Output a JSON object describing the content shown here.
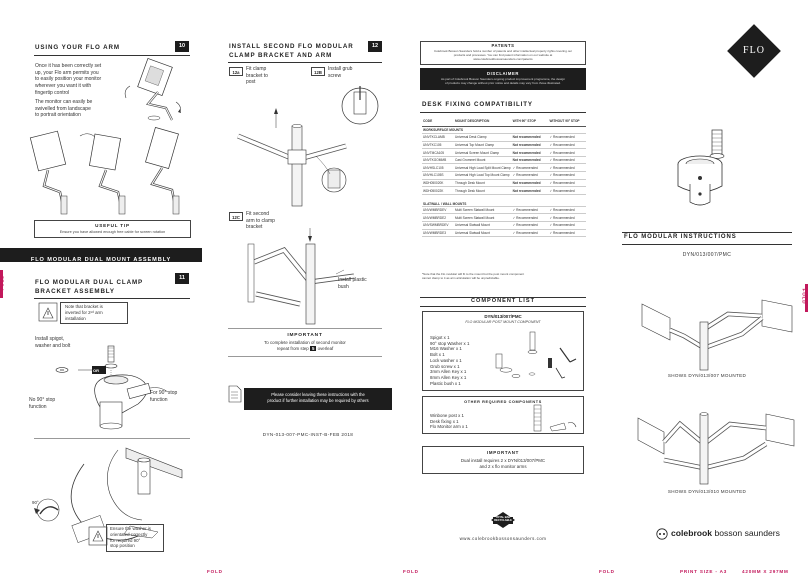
{
  "page1": {
    "s10": {
      "title": "USING YOUR FLO ARM",
      "num": "10",
      "p1": [
        "Once it has been correctly set",
        "up, your Flo arm permits you",
        "to easily position your monitor",
        "wherever you want it with",
        "fingertip control"
      ],
      "p2": [
        "The monitor can easily be",
        "swivelled from landscape",
        "to portrait orientation"
      ],
      "tip_title": "USEFUL TIP",
      "tip_text": "Ensure you have allowed enough free cable for screen rotation"
    },
    "banner": "FLO MODULAR DUAL MOUNT ASSEMBLY",
    "s11": {
      "num": "11",
      "title1": "FLO MODULAR DUAL CLAMP",
      "title2": "BRACKET ASSEMBLY",
      "note": [
        "Note that bracket is",
        "inverted for 2ⁿᵈ arm",
        "installation"
      ],
      "install": [
        "Install spigot,",
        "washer and bolt"
      ],
      "no_stop": [
        "No 90° stop",
        "function"
      ],
      "for_stop": [
        "For 90° stop",
        "function"
      ],
      "ensure": [
        "Ensure the washer is",
        "orientated correctly",
        "for required 90°",
        "stop position"
      ],
      "deg": "90°"
    }
  },
  "page2": {
    "s12": {
      "title1": "INSTALL SECOND FLO MODULAR",
      "title2": "CLAMP BRACKET AND ARM",
      "num": "12"
    },
    "s12a": {
      "label": "12a",
      "text": [
        "Fit clamp",
        "bracket to",
        "post"
      ]
    },
    "s12b": {
      "label": "12B",
      "text": [
        "Install grub",
        "screw"
      ]
    },
    "s12c": {
      "label": "12C",
      "text": [
        "Fit second",
        "arm to clamp",
        "bracket"
      ]
    },
    "plastic": [
      "Install plastic",
      "bush"
    ],
    "important": {
      "title": "IMPORTANT",
      "line1": "To complete installation of second monitor",
      "line2a": "repeat from step",
      "step": "5",
      "line2b": "overleaf"
    },
    "consider": [
      "Please consider leaving these instructions with the",
      "product if further installation may be required by others"
    ],
    "docref": "DYN-013-007-PMC-INST-B-FEB 2018"
  },
  "page3": {
    "patents": {
      "title": "PATENTS",
      "text": [
        "Colebrook Bosson Saunders hold a number of patents and other intellectual property rights covering our",
        "products and processes. You can find patent information on our website at",
        "www.colebrookbossonsaunders.com/patents"
      ]
    },
    "disclaimer": {
      "title": "DISCLAIMER",
      "text": [
        "As part of Colebrook Bosson Saunders ongoing product improvement programme, the design",
        "of products may change without prior notice and details may vary from those illustrated."
      ]
    },
    "desk_title": "DESK FIXING COMPATIBILITY",
    "table": {
      "headers": [
        "CODE",
        "MOUNT DESCRIPTION",
        "WITH 90° STOP",
        "WITHOUT 90° STOP"
      ],
      "group1": "WORKSURFACE MOUNTS",
      "rows1": [
        [
          "UNVTKCLAMB",
          "Universal Desk Clamp",
          "Not recommended",
          "✓ Recommended"
        ],
        [
          "UNVTKC105",
          "Universal Top Mount Clamp",
          "Not recommended",
          "✓ Recommended"
        ],
        [
          "UNVTMCA105",
          "Universal Screen Mount Clamp",
          "Not recommended",
          "✓ Recommended"
        ],
        [
          "UNVTKGOMMB",
          "Cast Grommet Mount",
          "Not recommended",
          "✓ Recommended"
        ],
        [
          "UNVHSLC105",
          "Universal High Load Split Mount Clamp",
          "✓ Recommended",
          "✓ Recommended"
        ],
        [
          "UNVHLC105S",
          "Universal High Load Top Mount Clamp",
          "✓ Recommended",
          "✓ Recommended"
        ],
        [
          "WDH050020K",
          "Through Desk Mount",
          "Not recommended",
          "✓ Recommended"
        ],
        [
          "WDH050022K",
          "Through Desk Mount",
          "Not recommended",
          "✓ Recommended"
        ]
      ],
      "group2": "SLATWALL / WALL MOUNTS",
      "rows2": [
        [
          "UNVWMBRDEV",
          "Multi Screen Slatwall Mount",
          "✓ Recommended",
          "✓ Recommended"
        ],
        [
          "UNVWMBRDE2",
          "Multi Screen Slatwall Mount",
          "✓ Recommended",
          "✓ Recommended"
        ],
        [
          "UNVSWMBRDEV",
          "Universal Slatwall Mount",
          "✓ Recommended",
          "✓ Recommended"
        ],
        [
          "UNVWMBRDE3",
          "Universal Slatwall Mount",
          "✓ Recommended",
          "✓ Recommended"
        ]
      ],
      "note": [
        "*Note that the Flo modular will fit to the mount but the post mount component",
        "cannot clamp to it as arm articulation will be unpredictable."
      ]
    },
    "component_title": "COMPONENT LIST",
    "comp": {
      "code": "DYN/013/007/PMC",
      "sub": "FLO MODULAR POST MOUNT COMPONENT",
      "items": [
        "Spigot x 1",
        "90° stop Washer x 1",
        "M16 Washer x 1",
        "Bolt x 1",
        "Lock washer x 1",
        "Grub screw x 1",
        "3mm Allen Key x 1",
        "8mm Allen Key x 1",
        "Plastic bush x 1"
      ]
    },
    "other_title": "OTHER REQUIRED COMPONENTS",
    "other_items": [
      "Winbone post x 1",
      "Desk fixing x 1",
      "Flo Monitor arm x 1"
    ],
    "important2": {
      "title": "IMPORTANT",
      "text": [
        "Dual install requires 2 x DYN/013/007/PMC",
        "and 2 x flo monitor arms"
      ]
    },
    "website": "www.colebrookbossonsaunders.com",
    "badge": [
      "TOTAL BAR",
      "RECYCLABLE"
    ]
  },
  "page4": {
    "logo": "FLO",
    "instr_title": "FLO MODULAR INSTRUCTIONS",
    "code": "DYN/013/007/PMC",
    "shows1": "SHOWS DYN/013/007 MOUNTED",
    "shows2": "SHOWS DYN/013/010 MOUNTED",
    "brand_bold": "colebrook",
    "brand_rest": "bosson saunders"
  },
  "footer": {
    "fold": "FOLD",
    "print_size": "PRINT SIZE - A3",
    "dims": "420MM X 297MM"
  },
  "colors": {
    "accent": "#c2185b",
    "dark": "#1d1d1d"
  }
}
